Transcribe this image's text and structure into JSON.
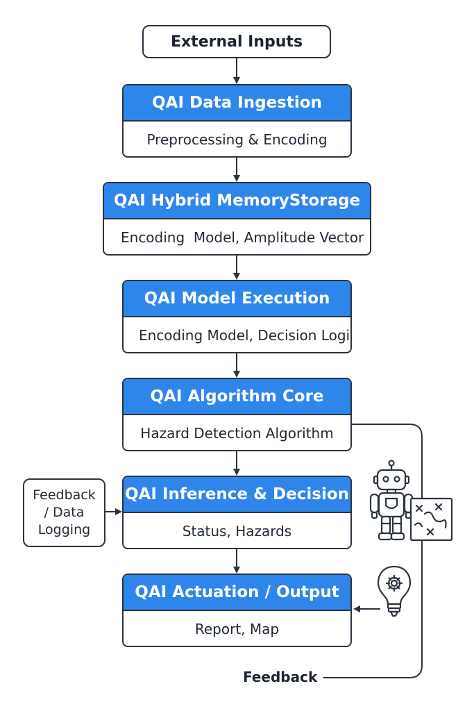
{
  "external_inputs": "External Inputs",
  "stages": [
    {
      "title": "QAI Data Ingestion",
      "detail": "Preprocessing & Encoding"
    },
    {
      "title": "QAI Hybrid MemoryStorage",
      "detail": "Encoding  Model, Amplitude Vector"
    },
    {
      "title": "QAI Model Execution",
      "detail": "Encoding Model, Decision Logic"
    },
    {
      "title": "QAI Algorithm Core",
      "detail": "Hazard Detection Algorithm"
    },
    {
      "title": "QAI Inference & Decision",
      "detail": "Status, Hazards"
    },
    {
      "title": "QAI Actuation / Output",
      "detail": "Report, Map"
    }
  ],
  "side_box": {
    "line1": "Feedback",
    "line2": "/ Data",
    "line3": "Logging"
  },
  "feedback_label": "Feedback",
  "colors": {
    "header_blue": "#2f86ea",
    "border": "#2b3340",
    "text": "#1f2833"
  },
  "icons": [
    "robot-icon",
    "hazard-map-icon",
    "lightbulb-gear-icon"
  ]
}
